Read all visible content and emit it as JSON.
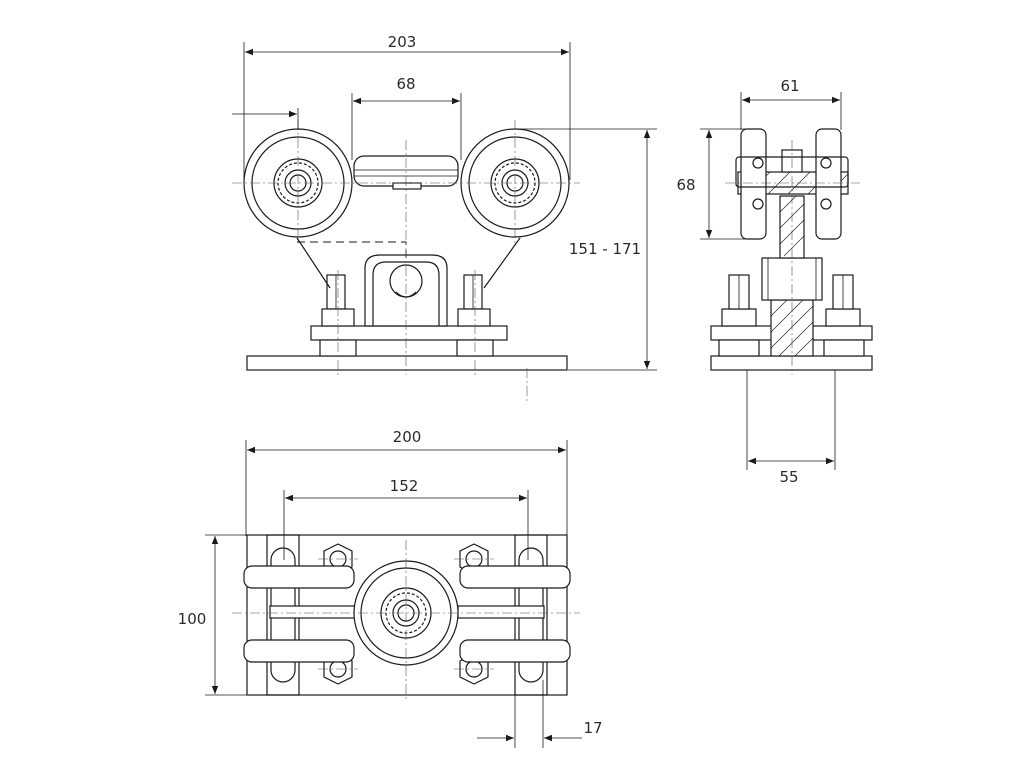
{
  "dimensions": {
    "front_width": "203",
    "front_inner": "68",
    "front_height": "151 - 171",
    "side_width": "61",
    "side_height": "68",
    "side_base": "55",
    "top_width": "200",
    "top_inner": "152",
    "top_height": "100",
    "top_slot": "17"
  },
  "colors": {
    "line": "#1a1a1a",
    "background": "#ffffff"
  }
}
